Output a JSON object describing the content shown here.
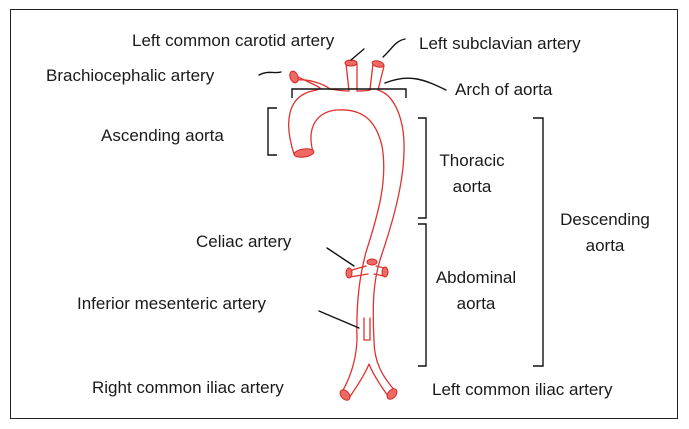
{
  "labels": {
    "left_common_carotid": "Left common carotid artery",
    "left_subclavian": "Left subclavian artery",
    "brachiocephalic": "Brachiocephalic artery",
    "arch": "Arch of aorta",
    "ascending": "Ascending aorta",
    "thoracic_line1": "Thoracic",
    "thoracic_line2": "aorta",
    "descending_line1": "Descending",
    "descending_line2": "aorta",
    "celiac": "Celiac artery",
    "abdominal_line1": "Abdominal",
    "abdominal_line2": "aorta",
    "inferior_mesenteric": "Inferior mesenteric artery",
    "right_iliac": "Right common iliac artery",
    "left_iliac": "Left common iliac artery"
  },
  "colors": {
    "vessel_outline": "#e0322e",
    "vessel_cap": "#f06a64",
    "line": "#111111"
  }
}
